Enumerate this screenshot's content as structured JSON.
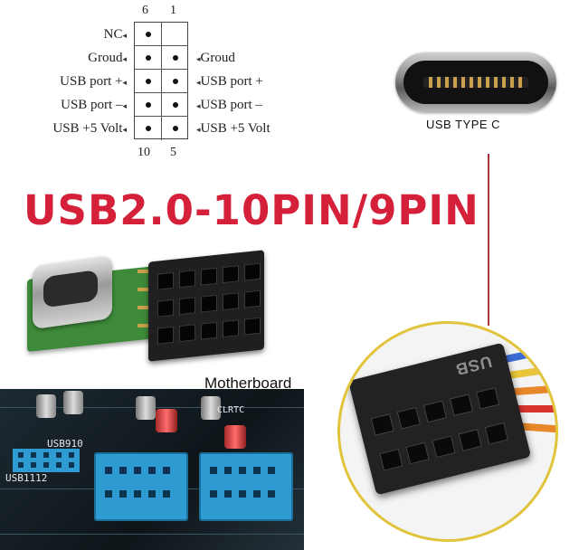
{
  "pinout": {
    "top_numbers": [
      "6",
      "1"
    ],
    "bottom_numbers": [
      "10",
      "5"
    ],
    "left_labels": [
      "NC",
      "Groud",
      "USB port +",
      "USB port –",
      "USB +5 Volt"
    ],
    "right_labels": [
      "Groud",
      "USB port +",
      "USB port –",
      "USB +5 Volt"
    ]
  },
  "title": "USB2.0-10PIN/9PIN",
  "usb_type_c_label": "USB TYPE C",
  "motherboard_label": "Motherboard",
  "board_silkscreen": [
    "USB910",
    "USB1112",
    "CLRTC"
  ],
  "plug_emboss": "USB",
  "colors": {
    "title": "#d5203a",
    "pointer_line": "#b0323a",
    "zoom_border": "#e1c43c",
    "header_blue": "#2f9bd3"
  }
}
